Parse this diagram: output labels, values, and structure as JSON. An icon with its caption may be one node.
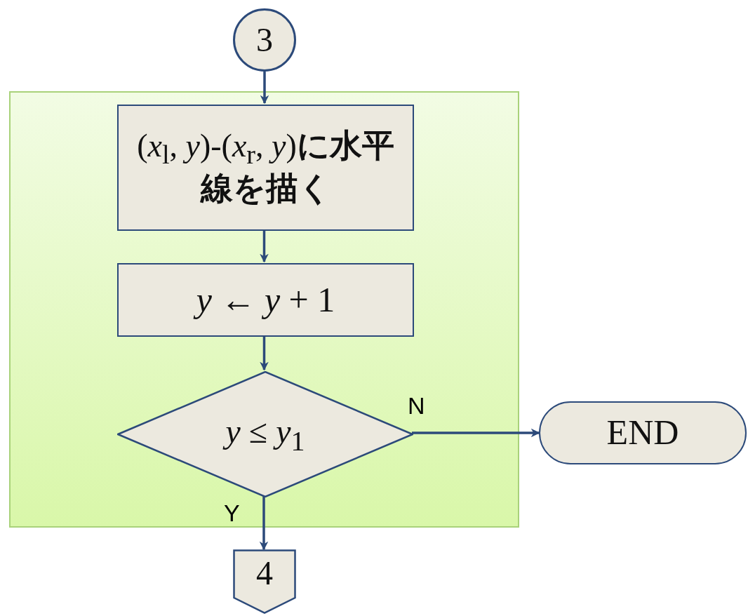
{
  "diagram": {
    "nodes": [
      {
        "text": [
          "3"
        ]
      },
      {
        "text": [],
        "shape": "box"
      },
      {
        "text": [
          "(*x*$_{l}$, *y*)-(*x*$_{r}$, *y*)**に水平線を描く**"
        ],
        "in": 1
      },
      {
        "text": [
          "*y* ← *y* + 1"
        ],
        "in": 1
      },
      {
        "text": [
          "*y* ≤ *y*$_{1}$"
        ],
        "in": 1
      },
      {
        "text": [
          "END"
        ]
      },
      {
        "text": [
          "4"
        ]
      }
    ],
    "edges": [
      {
        "from": 0,
        "to": 2,
        "arrow": "to"
      },
      {
        "from": 2,
        "to": 3,
        "arrow": "to"
      },
      {
        "from": 3,
        "to": 4,
        "arrow": "to"
      },
      {
        "from": 4,
        "to": 5,
        "arrow": "to",
        "label": "N"
      },
      {
        "from": 4,
        "to": 6,
        "arrow": "to",
        "label": "Y"
      }
    ]
  }
}
